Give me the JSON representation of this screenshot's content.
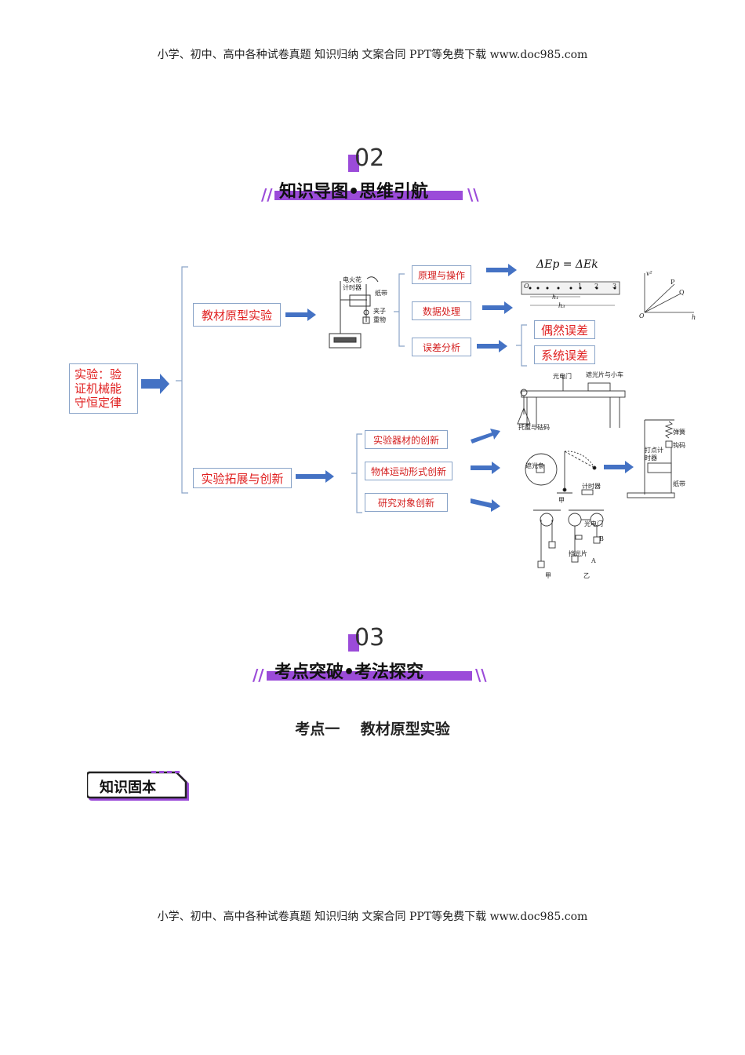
{
  "header_text": "小学、初中、高中各种试卷真题 知识归纳 文案合同 PPT等免费下载      www.doc985.com",
  "footer_text": "小学、初中、高中各种试卷真题 知识归纳 文案合同 PPT等免费下载      www.doc985.com",
  "section2": {
    "num": "02",
    "title": "知识导图•思维引航"
  },
  "section3": {
    "num": "03",
    "title": "考点突破•考法探究"
  },
  "mindmap": {
    "root": "实验：验证机械能守恒定律",
    "branch1": "教材原型实验",
    "branch1_items": [
      "原理与操作",
      "数据处理",
      "误差分析"
    ],
    "errors": [
      "偶然误差",
      "系统误差"
    ],
    "branch2": "实验拓展与创新",
    "branch2_items": [
      "实验器材的创新",
      "物体运动形式创新",
      "研究对象创新"
    ],
    "formula": "ΔEp = ΔEk",
    "app_labels": {
      "timer": "电火花计时器",
      "tape": "纸带",
      "clamp": "夹子",
      "weight": "重物",
      "photogate": "光电门",
      "shade_cart": "遮光片与小车",
      "tray": "托盘与砝码",
      "shade_strip": "遮光条",
      "timer2": "计时器",
      "jia": "甲",
      "yi": "乙",
      "shade": "挡光片",
      "spring": "弹簧",
      "hook": "钩码",
      "dot_timer": "打点计时器",
      "tape2": "纸带",
      "p": "P",
      "q": "Q",
      "o": "O",
      "h": "h",
      "a": "A",
      "b": "B",
      "tape_o": "O",
      "tape_1": "1",
      "tape_2": "2",
      "tape_3": "3",
      "h1": "h₁",
      "h3": "h₃",
      "v2": "v²"
    }
  },
  "kaodian": "考点一    教材原型实验",
  "badge": "知识固本"
}
